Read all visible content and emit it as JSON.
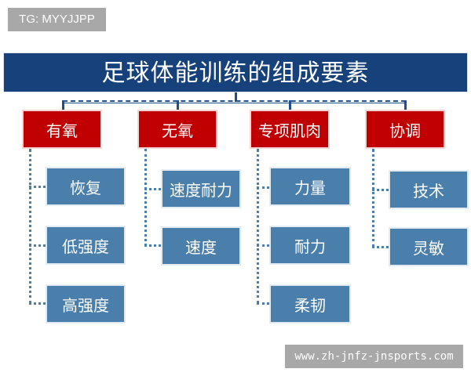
{
  "watermarks": {
    "top_left": "TG: MYYJJPP",
    "bottom_right": "www.zh-jnfz-jnsports.com"
  },
  "diagram": {
    "title": "足球体能训练的组成要素",
    "colors": {
      "title_bg": "#17417a",
      "category_bg": "#c00000",
      "item_bg": "#4a7eab",
      "connector": "#1f4f8a"
    },
    "categories": [
      {
        "label": "有氧",
        "items": [
          "恢复",
          "低强度",
          "高强度"
        ]
      },
      {
        "label": "无氧",
        "items": [
          "速度耐力",
          "速度"
        ]
      },
      {
        "label": "专项肌肉",
        "items": [
          "力量",
          "耐力",
          "柔韧"
        ]
      },
      {
        "label": "协调",
        "items": [
          "技术",
          "灵敏"
        ]
      }
    ]
  }
}
